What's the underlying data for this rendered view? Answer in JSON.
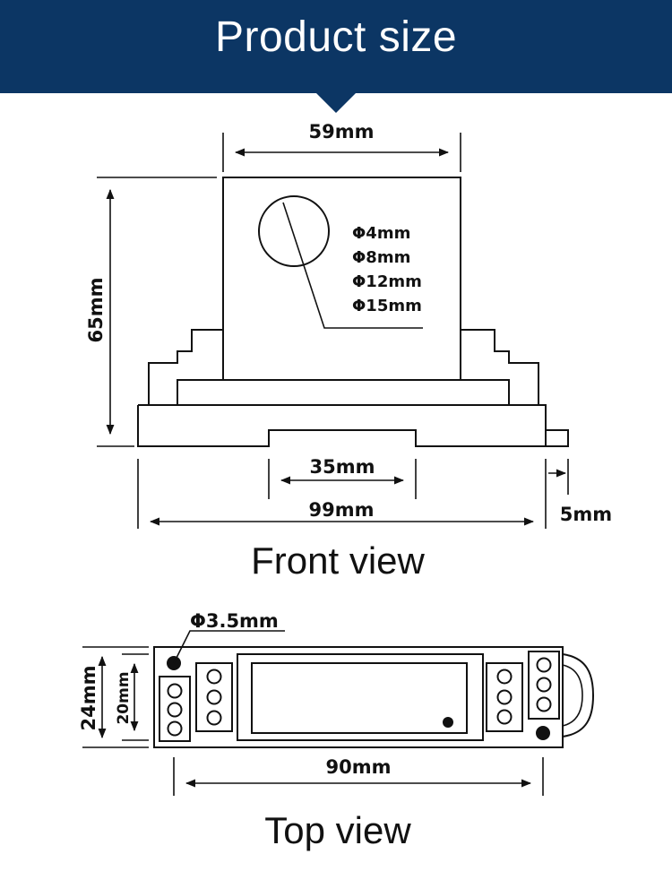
{
  "banner": {
    "title": "Product size",
    "color": "#0c3664"
  },
  "front_view": {
    "label": "Front view",
    "width_top": "59mm",
    "height": "65mm",
    "hole_diameters": [
      "Φ4mm",
      "Φ8mm",
      "Φ12mm",
      "Φ15mm"
    ],
    "rail_width": "35mm",
    "total_width": "99mm",
    "tab_width": "5mm"
  },
  "top_view": {
    "label": "Top view",
    "mount_hole": "Φ3.5mm",
    "outer_height": "24mm",
    "inner_height": "20mm",
    "length": "90mm"
  }
}
